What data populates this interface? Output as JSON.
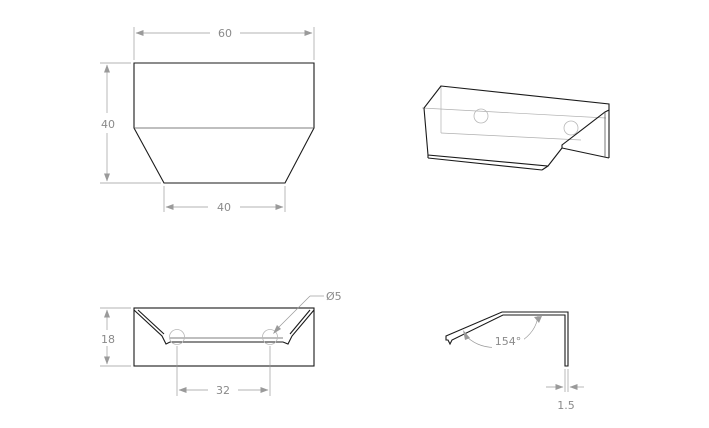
{
  "views": {
    "front": {
      "width_top": "60",
      "height": "40",
      "width_bottom": "40"
    },
    "top": {
      "height": "18",
      "hole_spacing": "32",
      "hole_diameter": "Ø5"
    },
    "side": {
      "angle": "154°",
      "thickness": "1.5"
    }
  },
  "colors": {
    "line": "#1a1a1a",
    "dimension": "#9a9a9a",
    "hidden": "#b0b0b0"
  }
}
